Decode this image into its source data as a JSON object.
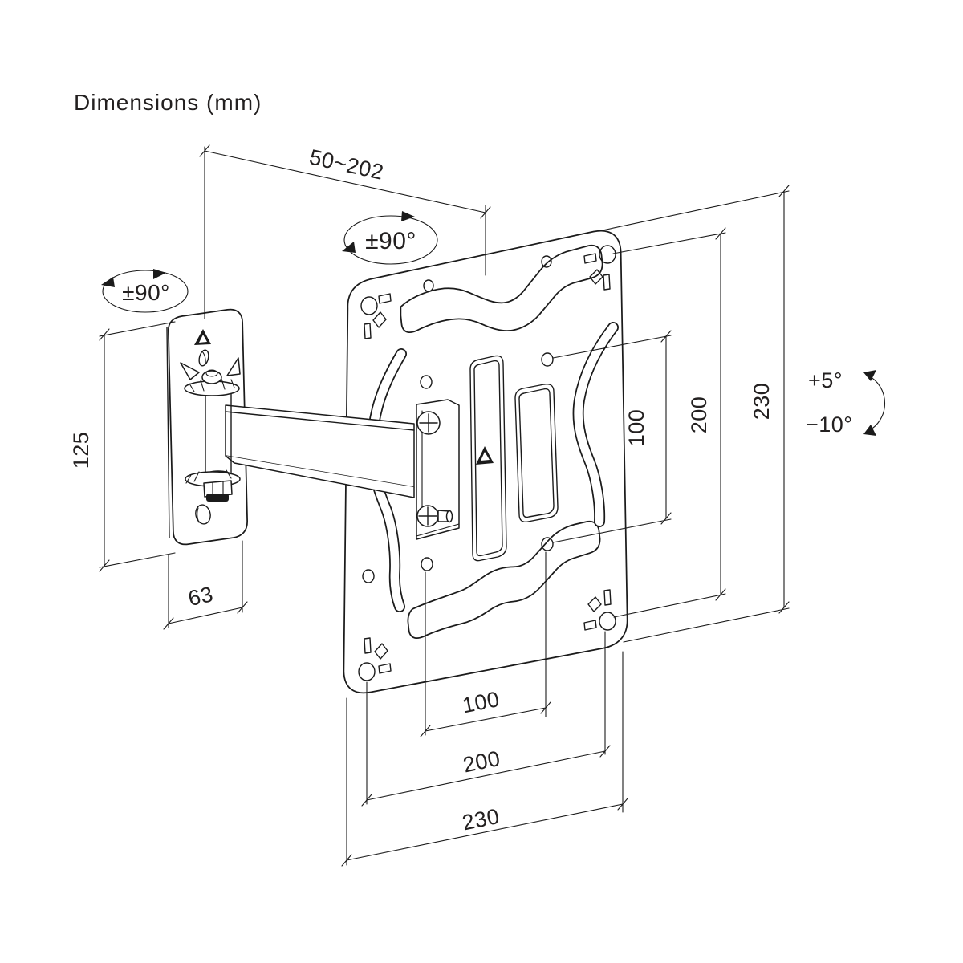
{
  "title": "Dimensions (mm)",
  "colors": {
    "line": "#1b1b1b",
    "text": "#232020",
    "background": "#ffffff"
  },
  "labels": {
    "arm_extension": "50~202",
    "swivel_top": "±90°",
    "swivel_wall": "±90°",
    "wall_plate_height": "125",
    "wall_plate_width": "63",
    "plate_height_right": "230",
    "vesa_height_200": "200",
    "vesa_height_100": "100",
    "vesa_width_100": "100",
    "vesa_width_200": "200",
    "plate_width_bottom": "230",
    "tilt_up": "+5°",
    "tilt_down": "−10°"
  },
  "icons": {
    "brand_logo": "triangle-a-logo",
    "rotation_arrows": "ellipse-rotation-arrow",
    "tilt_arrow": "curved-tilt-arrow"
  }
}
